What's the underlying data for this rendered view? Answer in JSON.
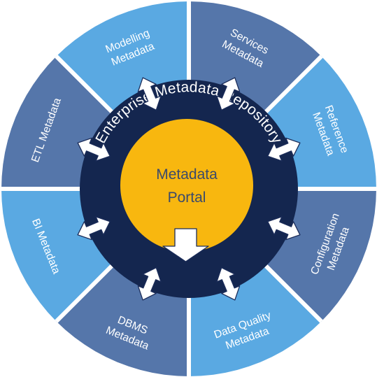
{
  "colors": {
    "light_segment": "#5aa9e2",
    "dark_segment": "#5576aa",
    "ring": "#14264f",
    "hub": "#f8b70f",
    "hub_text": "#3b4a6b",
    "separator": "#ffffff"
  },
  "ring": {
    "label": "Enterprise Metadata Repository"
  },
  "hub": {
    "line1": "Metadata",
    "line2": "Portal"
  },
  "segments": [
    {
      "line1": "Services",
      "line2": "Metadata",
      "shade": "dark"
    },
    {
      "line1": "Reference",
      "line2": "Metadata",
      "shade": "light"
    },
    {
      "line1": "Configuration",
      "line2": "Metadata",
      "shade": "dark"
    },
    {
      "line1": "Data Quality",
      "line2": "Metadata",
      "shade": "light"
    },
    {
      "line1": "DBMS",
      "line2": "Metadata",
      "shade": "dark"
    },
    {
      "line1": "BI Metadata",
      "line2": "",
      "shade": "light"
    },
    {
      "line1": "ETL Metadata",
      "line2": "",
      "shade": "dark"
    },
    {
      "line1": "Modelling",
      "line2": "Metadata",
      "shade": "light"
    }
  ]
}
